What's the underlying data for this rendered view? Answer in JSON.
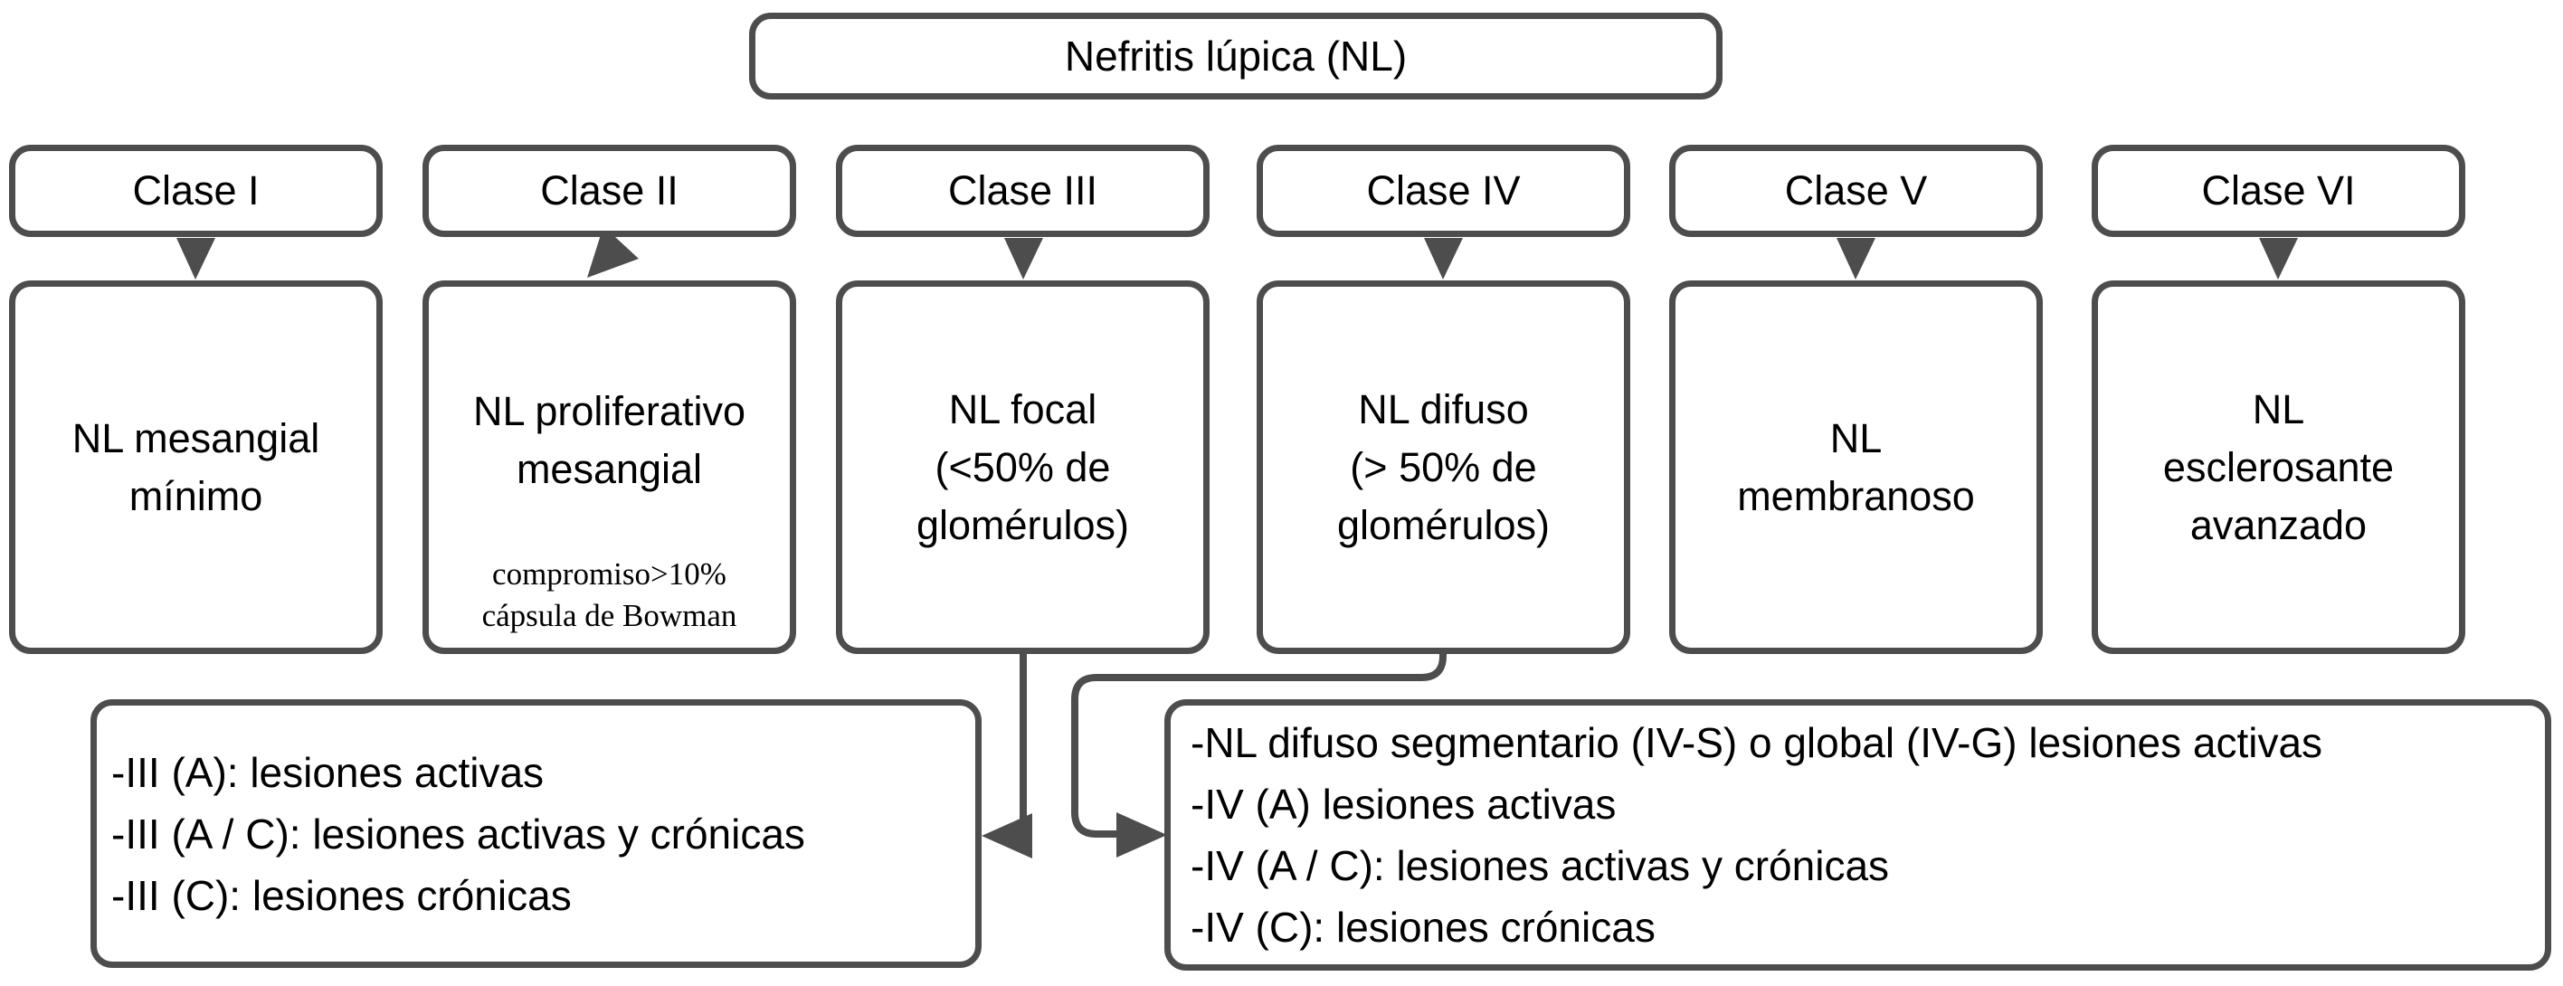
{
  "title": "Nefritis lúpica (NL)",
  "classes": [
    {
      "label": "Clase I",
      "description": "NL mesangial\nmínimo"
    },
    {
      "label": "Clase II",
      "description": "NL proliferativo\nmesangial",
      "note": "compromiso>10%\ncápsula de Bowman"
    },
    {
      "label": "Clase III",
      "description": "NL focal\n(<50% de\nglomérulos)"
    },
    {
      "label": "Clase IV",
      "description": "NL difuso\n(> 50% de\nglomérulos)"
    },
    {
      "label": "Clase V",
      "description": "NL\nmembranoso"
    },
    {
      "label": "Clase VI",
      "description": "NL\nesclerosante\navanzado"
    }
  ],
  "details": {
    "class3": {
      "lines": [
        "-III (A): lesiones activas",
        "-III (A / C): lesiones activas y crónicas",
        "-III (C): lesiones crónicas"
      ]
    },
    "class4": {
      "lines": [
        "-NL difuso segmentario (IV-S) o global (IV-G) lesiones activas",
        "-IV (A) lesiones activas",
        "-IV (A / C): lesiones activas y crónicas",
        "-IV (C): lesiones crónicas"
      ]
    }
  },
  "colors": {
    "border": "#4d4d4d",
    "connector": "#4d4d4d",
    "text": "#000000",
    "background": "#ffffff"
  }
}
